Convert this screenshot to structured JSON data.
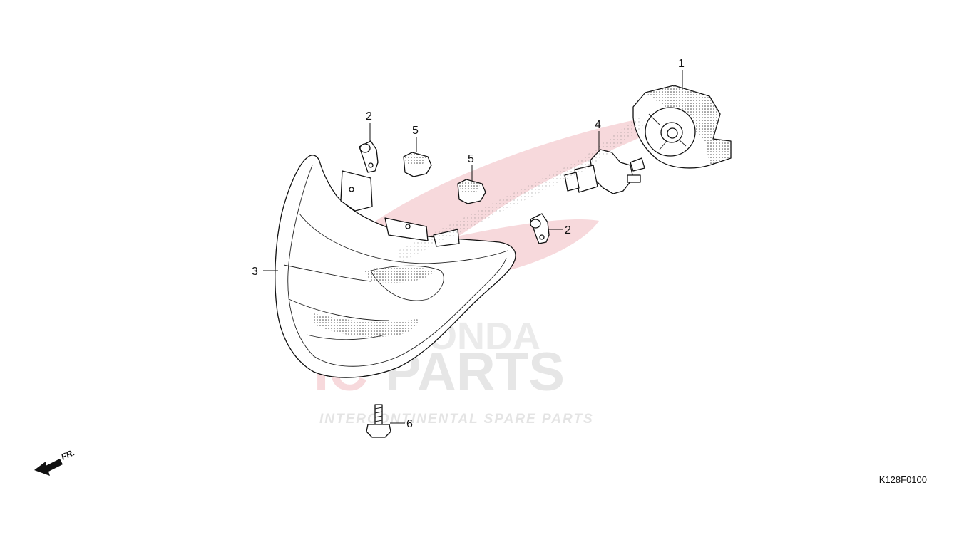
{
  "diagram_code": "K128F0100",
  "direction_marker": {
    "text": "FR.",
    "icon": "arrow-front-icon"
  },
  "watermark": {
    "brand": "HONDA",
    "logo_text": "PARTS",
    "logo_prefix": "IC",
    "tagline": "INTERCONTINENTAL SPARE PARTS"
  },
  "callouts": [
    {
      "label": "1",
      "part": "headlight-case"
    },
    {
      "label": "2",
      "part": "clip-upper"
    },
    {
      "label": "5",
      "part": "grommet-upper"
    },
    {
      "label": "5",
      "part": "grommet-lower"
    },
    {
      "label": "4",
      "part": "headlight-bulb"
    },
    {
      "label": "2",
      "part": "clip-lower"
    },
    {
      "label": "3",
      "part": "headlight-unit"
    },
    {
      "label": "6",
      "part": "mounting-screw"
    }
  ],
  "colors": {
    "line": "#111111",
    "watermark_red": "#f2c9cd",
    "watermark_gray": "#e6e6e6"
  }
}
